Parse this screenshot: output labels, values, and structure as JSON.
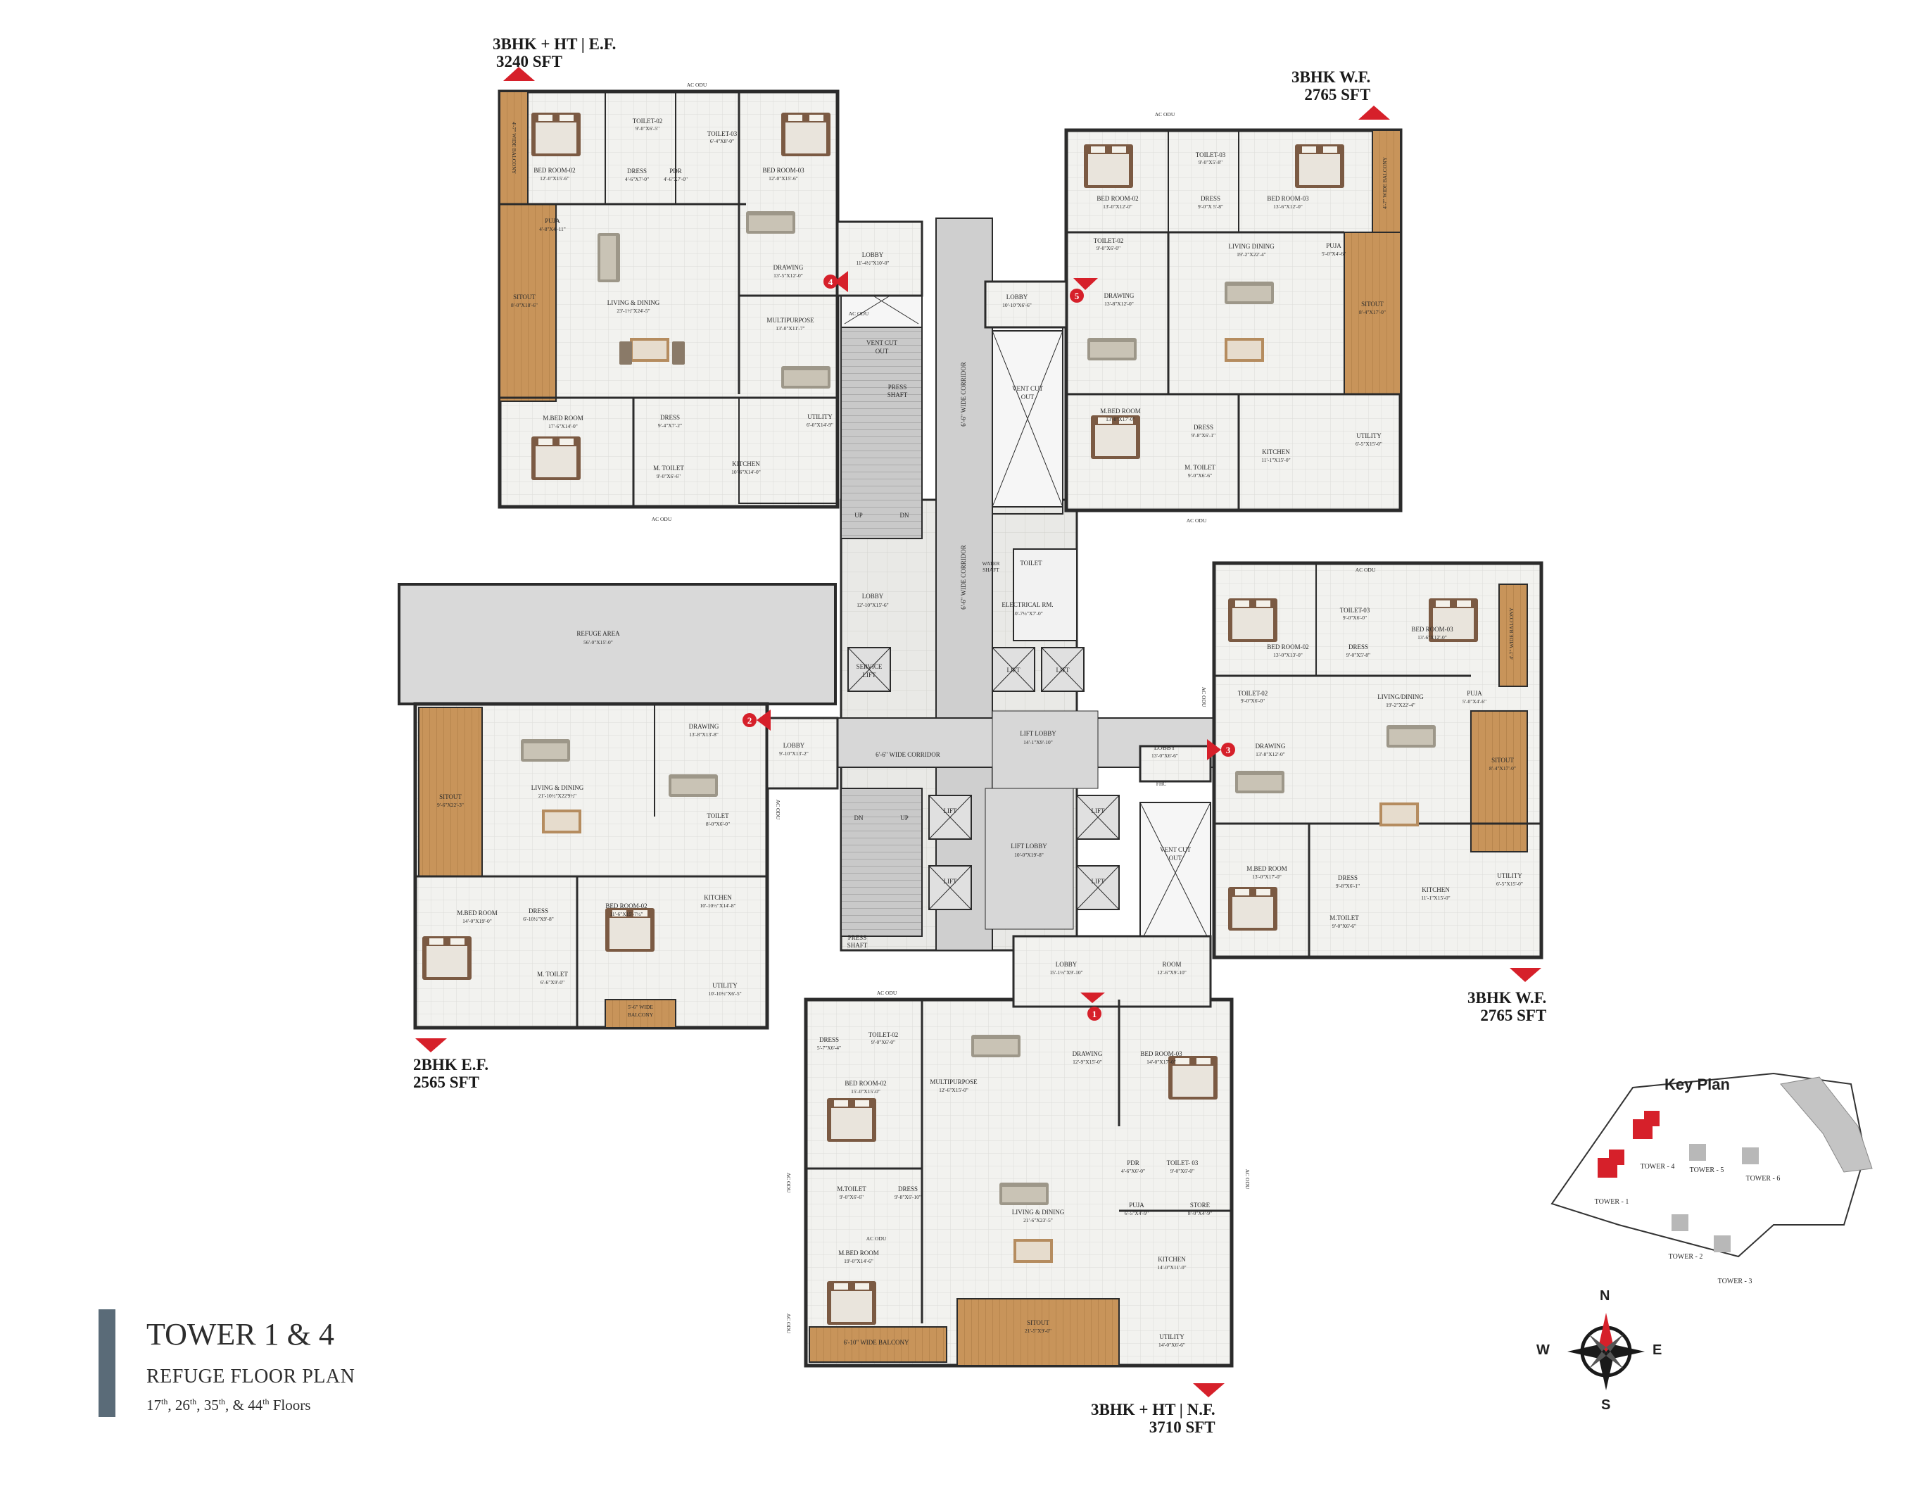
{
  "units": [
    {
      "type": "3BHK + HT | E.F.",
      "area": "3240 SFT"
    },
    {
      "type": "3BHK W.F.",
      "area": "2765 SFT"
    },
    {
      "type": "2BHK E.F.",
      "area": "2565 SFT"
    },
    {
      "type": "3BHK W.F.",
      "area": "2765 SFT"
    },
    {
      "type": "3BHK + HT | N.F.",
      "area": "3710 SFT"
    }
  ],
  "entry_markers": [
    "1",
    "2",
    "3",
    "4",
    "5"
  ],
  "title": {
    "tower": "TOWER 1 & 4",
    "plan": "REFUGE FLOOR PLAN",
    "floors_ordinals": [
      "17",
      "th",
      ", 26",
      "th",
      ", 35",
      "th",
      ", & 44",
      "th",
      " Floors"
    ]
  },
  "key_plan": {
    "title": "Key Plan",
    "towers": [
      "TOWER - 4",
      "TOWER - 1",
      "TOWER - 5",
      "TOWER - 6",
      "TOWER - 2",
      "TOWER - 3"
    ]
  },
  "compass": {
    "n": "N",
    "s": "S",
    "e": "E",
    "w": "W"
  },
  "rooms": {
    "u1": [
      [
        "BED ROOM-02",
        "12'-0\"X15'-6\""
      ],
      [
        "DRESS",
        "4'-6\"X7'-0\""
      ],
      [
        "PDR",
        "4'-6\"X7'-0\""
      ],
      [
        "BED ROOM-03",
        "12'-0\"X15'-6\""
      ],
      [
        "TOILET-02",
        "9'-0\"X6'-5\""
      ],
      [
        "TOILET-03",
        "6'-4\"X8'-0\""
      ],
      [
        "PUJA",
        "4'-8\"X4'-11\""
      ],
      [
        "SITOUT",
        "8'-0\"X18'-6\""
      ],
      [
        "LIVING & DINING",
        "23'-1½\"X24'-5\""
      ],
      [
        "DRAWING",
        "13'-5\"X12'-0\""
      ],
      [
        "MULTIPURPOSE",
        "13'-0\"X11'-7\""
      ],
      [
        "M.BED ROOM",
        "17'-6\"X14'-0\""
      ],
      [
        "DRESS",
        "9'-4\"X7'-2\""
      ],
      [
        "M. TOILET",
        "9'-0\"X6'-6\""
      ],
      [
        "KITCHEN",
        "10'-6\"X14'-0\""
      ],
      [
        "UTILITY",
        "6'-0\"X14'-9\""
      ],
      [
        "LOBBY",
        "11'-4½\"X10'-0\""
      ]
    ],
    "u2": [
      [
        "BED ROOM-02",
        "13'-0\"X12'-0\""
      ],
      [
        "TOILET-03",
        "9'-0\"X5'-8\""
      ],
      [
        "DRESS",
        "9'-0\"X 5'-8\""
      ],
      [
        "BED ROOM-03",
        "13'-6\"X12'-0\""
      ],
      [
        "TOILET-02",
        "9'-0\"X6'-0\""
      ],
      [
        "LIVING DINING",
        "19'-2\"X22'-4\""
      ],
      [
        "PUJA",
        "5'-0\"X4'-6\""
      ],
      [
        "DRAWING",
        "13'-8\"X12'-0\""
      ],
      [
        "SITOUT",
        "8'-4\"X17'-0\""
      ],
      [
        "M.BED ROOM",
        "13'-0\"X17'-0\""
      ],
      [
        "DRESS",
        "9'-8\"X6'-1\""
      ],
      [
        "M. TOILET",
        "9'-0\"X6'-6\""
      ],
      [
        "KITCHEN",
        "11'-1\"X15'-0\""
      ],
      [
        "UTILITY",
        "6'-5\"X15'-0\""
      ],
      [
        "LOBBY",
        "10'-10\"X6'-6\""
      ]
    ],
    "u3": [
      [
        "DRAWING",
        "13'-8\"X13'-8\""
      ],
      [
        "LIVING & DINING",
        "21'-10½\"X22'9½\""
      ],
      [
        "SITOUT",
        "9'-6\"X22'-3\""
      ],
      [
        "TOILET",
        "8'-0\"X6'-0\""
      ],
      [
        "M.BED ROOM",
        "14'-0\"X19'-0\""
      ],
      [
        "DRESS",
        "6'-10½\"X9'-8\""
      ],
      [
        "BED ROOM-02",
        "11'-6\"X15'-7½\""
      ],
      [
        "KITCHEN",
        "10'-10½\"X14'-8\""
      ],
      [
        "M. TOILET",
        "6'-6\"X9'-0\""
      ],
      [
        "UTILITY",
        "10'-10½\"X6'-5\""
      ],
      [
        "LOBBY",
        "9'-10\"X13'-2\""
      ],
      [
        "REFUGE AREA",
        "56'-0\"X15'-0\""
      ]
    ],
    "u4": [
      [
        "BED ROOM-02",
        "13'-0\"X13'-0\""
      ],
      [
        "TOILET-03",
        "9'-0\"X6'-0\""
      ],
      [
        "DRESS",
        "9'-0\"X5'-8\""
      ],
      [
        "BED ROOM-03",
        "13'-6\"X12'-0\""
      ],
      [
        "TOILET-02",
        "9'-0\"X6'-0\""
      ],
      [
        "LIVING/DINING",
        "19'-2\"X22'-4\""
      ],
      [
        "PUJA",
        "5'-0\"X4'-6\""
      ],
      [
        "DRAWING",
        "13'-8\"X12'-0\""
      ],
      [
        "SITOUT",
        "8'-4\"X17'-0\""
      ],
      [
        "M.BED ROOM",
        "13'-0\"X17'-0\""
      ],
      [
        "DRESS",
        "9'-8\"X6'-1\""
      ],
      [
        "M.TOILET",
        "9'-0\"X6'-6\""
      ],
      [
        "KITCHEN",
        "11'-1\"X15'-0\""
      ],
      [
        "UTILITY",
        "6'-5\"X15'-0\""
      ],
      [
        "LOBBY",
        "13'-0\"X6'-6\""
      ]
    ],
    "u5": [
      [
        "DRESS",
        "5'-7\"X6'-4\""
      ],
      [
        "TOILET-02",
        "9'-0\"X6'-0\""
      ],
      [
        "BED ROOM-02",
        "15'-0\"X15'-0\""
      ],
      [
        "MULTIPURPOSE",
        "12'-6\"X15'-0\""
      ],
      [
        "DRAWING",
        "12'-9\"X15'-0\""
      ],
      [
        "BED ROOM-03",
        "14'-0\"X17'-0\""
      ],
      [
        "M.TOILET",
        "9'-0\"X6'-6\""
      ],
      [
        "DRESS",
        "9'-8\"X6'-10\""
      ],
      [
        "PDR",
        "4'-6\"X6'-0\""
      ],
      [
        "TOILET- 03",
        "9'-0\"X6'-0\""
      ],
      [
        "PUJA",
        "6'-5\"X4'-9\""
      ],
      [
        "STORE",
        "8'-0\"X4'-9\""
      ],
      [
        "LIVING & DINING",
        "21'-6\"X23'-5\""
      ],
      [
        "M.BED ROOM",
        "19'-0\"X14'-6\""
      ],
      [
        "KITCHEN",
        "14'-0\"X11'-0\""
      ],
      [
        "SITOUT",
        "21'-5\"X9'-0\""
      ],
      [
        "UTILITY",
        "14'-0\"X6'-6\""
      ],
      [
        "LOBBY",
        "15'-1½\"X9'-10\""
      ],
      [
        "ROOM",
        "12'-6\"X9'-10\""
      ]
    ],
    "core": [
      [
        "LOBBY",
        "12'-10\"X15'-6\""
      ],
      [
        "ELECTRICAL RM.",
        "10'-7½\"X7'-0\""
      ],
      [
        "LIFT LOBBY",
        "14'-1\"X9'-10\""
      ],
      [
        "LIFT LOBBY",
        "10'-0\"X19'-8\""
      ]
    ]
  },
  "labels": {
    "ac_odu": "AC ODU",
    "vent_cut_out": [
      "VENT CUT",
      "OUT"
    ],
    "lift": "LIFT",
    "service_lift": [
      "SERVICE",
      "LIFT"
    ],
    "up": "UP",
    "dn": "DN",
    "press_shaft": [
      "PRESS",
      "SHAFT"
    ],
    "corridor_v": "6'-6\" WIDE CORRIDOR",
    "corridor_h": "6'-6\" WIDE CORRIDOR",
    "toilet": "TOILET",
    "water_shaft": [
      "WATER",
      "SHAFT"
    ],
    "fhc": "FHC",
    "balcony_w": "4'-7\" WIDE BALCONY",
    "balcony_s": [
      "5'-6\" WIDE",
      "BALCONY"
    ],
    "balcony_s5": "6'-10\" WIDE BALCONY"
  },
  "colors": {
    "wall": "#2b2b2b",
    "floor": "#f1f1ee",
    "core": "#d7d7d7",
    "wood": "#c89a63",
    "marker": "#d6202a",
    "title_bar": "#5a6b78",
    "keyplan_highlight": "#d6202a",
    "keyplan_other": "#b8b8b8"
  }
}
